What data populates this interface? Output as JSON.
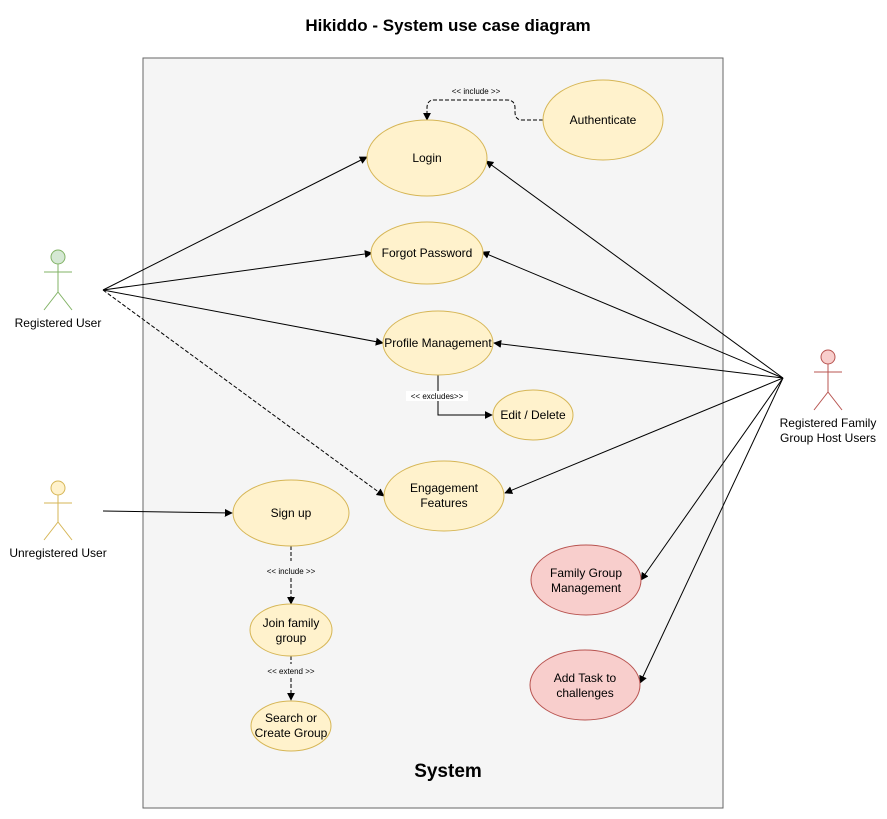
{
  "title": "Hikiddo - System use case diagram",
  "system": {
    "label": "System"
  },
  "colors": {
    "yellow_fill": "#fff2cc",
    "yellow_stroke": "#d6b656",
    "red_fill": "#f8cecc",
    "red_stroke": "#b85450",
    "green_fill": "#d5e8d4",
    "green_stroke": "#82b366",
    "system_fill": "#f5f5f5",
    "system_stroke": "#666666"
  },
  "actors": {
    "registered_user": {
      "label": "Registered User"
    },
    "unregistered_user": {
      "label": "Unregistered User"
    },
    "host_user": {
      "label_line1": "Registered Family",
      "label_line2": "Group Host Users"
    }
  },
  "use_cases": {
    "authenticate": {
      "label": "Authenticate"
    },
    "login": {
      "label": "Login"
    },
    "forgot_password": {
      "label": "Forgot Password"
    },
    "profile_management": {
      "label": "Profile Management"
    },
    "edit_delete": {
      "label": "Edit / Delete"
    },
    "engagement": {
      "line1": "Engagement",
      "line2": "Features"
    },
    "sign_up": {
      "label": "Sign up"
    },
    "join_family": {
      "line1": "Join family",
      "line2": "group"
    },
    "search_create": {
      "line1": "Search or",
      "line2": "Create  Group"
    },
    "family_group_mgmt": {
      "line1": "Family Group",
      "line2": "Management"
    },
    "add_task": {
      "line1": "Add Task to",
      "line2": "challenges"
    }
  },
  "relations": {
    "include_auth": "<< include >>",
    "excludes_profile": "<< excludes>>",
    "include_join": "<< include >>",
    "extend_search": "<< extend >>"
  }
}
